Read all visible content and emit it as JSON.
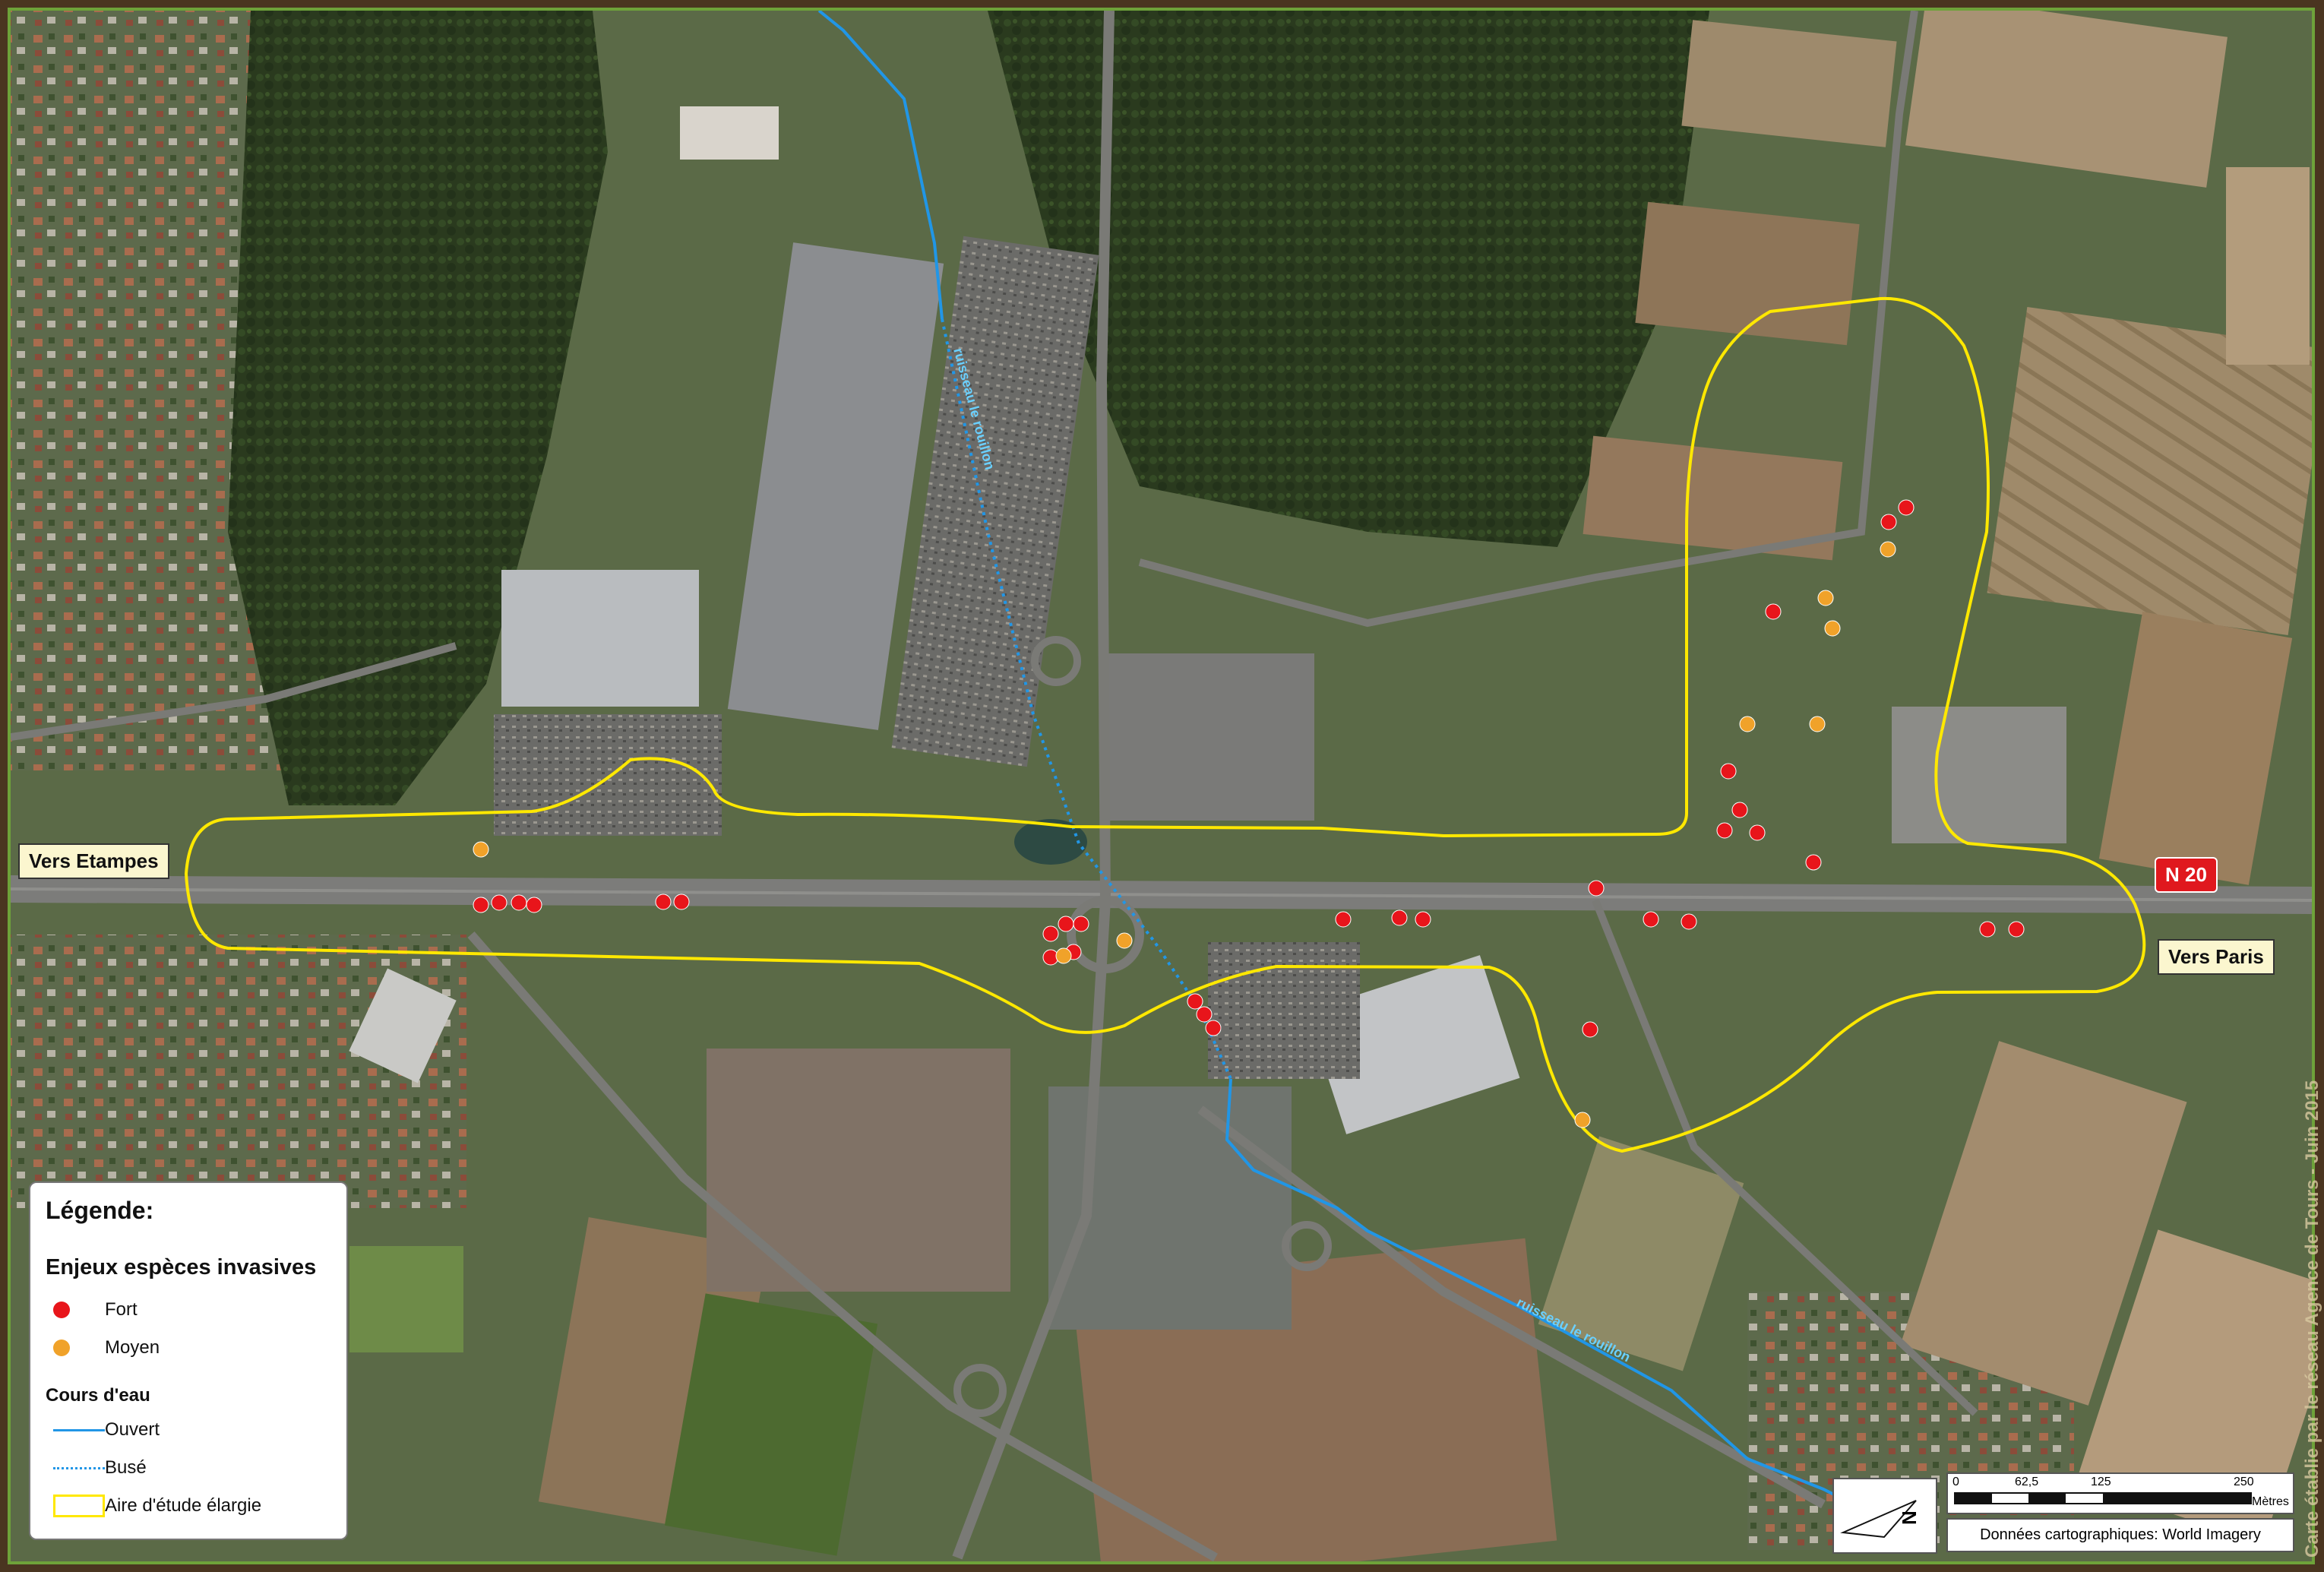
{
  "labels": {
    "west": "Vers Etampes",
    "east": "Vers Paris",
    "road": "N 20",
    "stream_north": "ruisseau le rouillon",
    "stream_south": "ruisseau le rouillon"
  },
  "legend": {
    "title": "Légende:",
    "invasive_title": "Enjeux espèces invasives",
    "fort": "Fort",
    "moyen": "Moyen",
    "water_title": "Cours d'eau",
    "ouvert": "Ouvert",
    "buse": "Busé",
    "aire": "Aire d'étude élargie"
  },
  "scale": {
    "t0": "0",
    "t1": "62,5",
    "t2": "125",
    "t3": "250",
    "unit": "Mètres"
  },
  "credit": "Données cartographiques: World Imagery",
  "side_credit": "Carte établie par le réseau Agence de Tours - Juin 2015",
  "colors": {
    "fort": "#e8151b",
    "moyen": "#f0a22a",
    "stream": "#2196e6",
    "study_area": "#ffe800"
  },
  "points_fort": [
    [
      633,
      1191
    ],
    [
      657,
      1188
    ],
    [
      683,
      1188
    ],
    [
      703,
      1191
    ],
    [
      873,
      1187
    ],
    [
      897,
      1187
    ],
    [
      1383,
      1229
    ],
    [
      1403,
      1216
    ],
    [
      1423,
      1216
    ],
    [
      1383,
      1260
    ],
    [
      1413,
      1253
    ],
    [
      1573,
      1318
    ],
    [
      1585,
      1335
    ],
    [
      1597,
      1353
    ],
    [
      1768,
      1210
    ],
    [
      1842,
      1208
    ],
    [
      1873,
      1210
    ],
    [
      2101,
      1169
    ],
    [
      2173,
      1210
    ],
    [
      2223,
      1213
    ],
    [
      2093,
      1355
    ],
    [
      2334,
      805
    ],
    [
      2275,
      1015
    ],
    [
      2290,
      1066
    ],
    [
      2270,
      1093
    ],
    [
      2313,
      1096
    ],
    [
      2387,
      1135
    ],
    [
      2486,
      687
    ],
    [
      2509,
      668
    ],
    [
      2616,
      1223
    ],
    [
      2654,
      1223
    ]
  ],
  "points_moyen": [
    [
      633,
      1118
    ],
    [
      1480,
      1238
    ],
    [
      1400,
      1258
    ],
    [
      2403,
      787
    ],
    [
      2412,
      827
    ],
    [
      2300,
      953
    ],
    [
      2392,
      953
    ],
    [
      2485,
      723
    ],
    [
      2083,
      1474
    ]
  ]
}
